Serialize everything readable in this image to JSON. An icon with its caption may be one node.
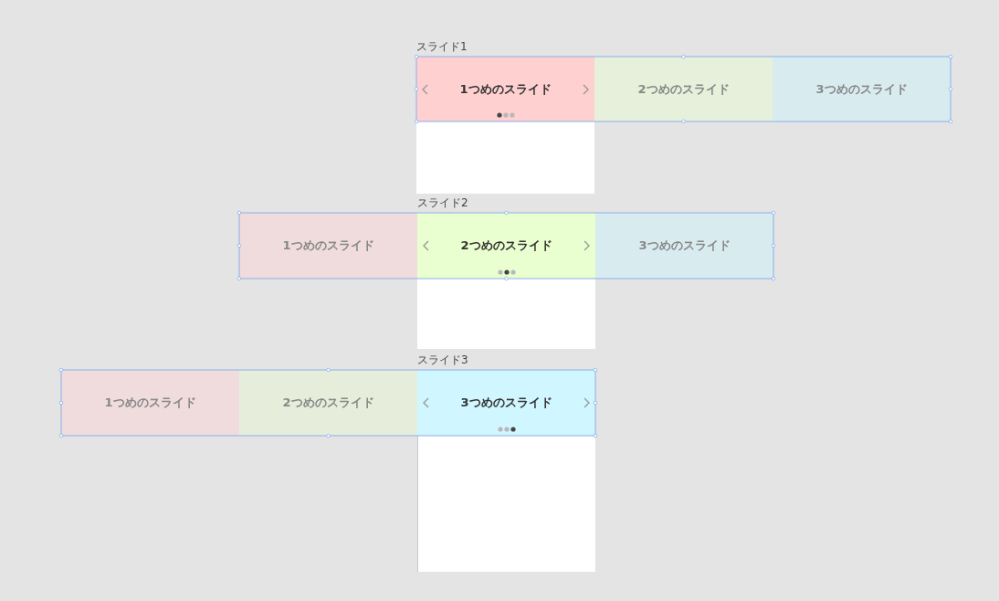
{
  "diagram": {
    "nodes": [
      {
        "text": [
          "スライド1"
        ]
      },
      {
        "text": [
          "1つめのスライド"
        ],
        "in": 0
      },
      {
        "text": [
          "2つめのスライド"
        ]
      },
      {
        "text": [
          "3つめのスライド"
        ]
      },
      {
        "text": [
          "スライド2"
        ]
      },
      {
        "text": [
          "1つめのスライド"
        ]
      },
      {
        "text": [
          "2つめのスライド"
        ],
        "in": 4
      },
      {
        "text": [
          "3つめのスライド"
        ]
      },
      {
        "text": [
          "スライド3"
        ]
      },
      {
        "text": [
          "1つめのスライド"
        ]
      },
      {
        "text": [
          "2つめのスライド"
        ]
      },
      {
        "text": [
          "3つめのスライド"
        ],
        "in": 8
      }
    ]
  }
}
